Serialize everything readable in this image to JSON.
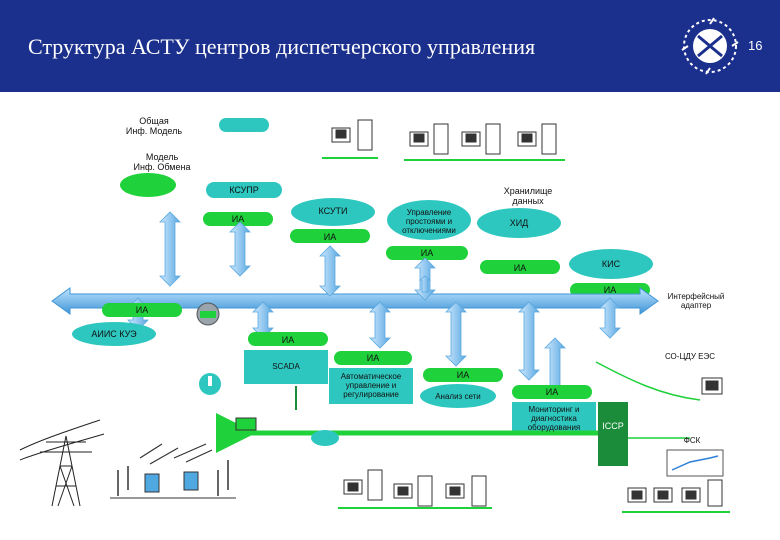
{
  "header": {
    "title": "Структура АСТУ центров диспетчерского управления",
    "page_number": "16",
    "logo_icon": "energy-company-logo-icon"
  },
  "colors": {
    "header_bg": "#1b2f8c",
    "teal": "#2ec7bf",
    "green": "#1fd13a",
    "bus_blue": "#4fa8e0",
    "arrow_blue": "#8cc8f0",
    "dark_green": "#1a8c3a"
  },
  "legend": {
    "general_model": "Общая\nИнф. Модель",
    "exchange_model": "Модель\nИнф. Обмена"
  },
  "nodes": {
    "ksupr": "КСУПР",
    "ia_ksupr": "ИА",
    "ksuti": "КСУТИ",
    "ia_ksuti": "ИА",
    "outage": "Управление\nпростоями и\nотключениями",
    "storage": "Хранилище\nданных",
    "hid": "ХИД",
    "ia_hid": "ИА",
    "ia_center": "ИА",
    "kis": "КИС",
    "ia_kis": "ИА",
    "interface_adapter": "Интерфейсный\nадаптер",
    "ia_left": "ИА",
    "aiis": "АИИС КУЭ",
    "ia_scada": "ИА",
    "scada": "SCADA",
    "ia_auto": "ИА",
    "auto_control": "Автоматическое\nуправление и\nрегулирование",
    "ia_analysis": "ИА",
    "net_analysis": "Анализ сети",
    "ia_monitor": "ИА",
    "monitoring": "Мониторинг и\nдиагностика\nоборудования",
    "iccp": "ICCP",
    "so_cdu": "СО-ЦДУ ЕЭС",
    "fsk": "ФСК"
  }
}
